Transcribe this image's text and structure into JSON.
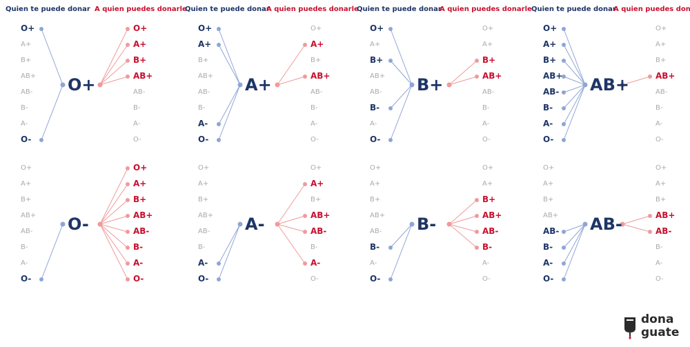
{
  "headers": {
    "donor": "Quien te puede donar",
    "recipient": "A quien puedes donarle"
  },
  "types": [
    "O+",
    "A+",
    "B+",
    "AB+",
    "AB-",
    "B-",
    "A-",
    "O-"
  ],
  "panels": [
    {
      "id": "o-pos",
      "center": "O+",
      "donors": [
        "O+",
        "O-"
      ],
      "recipients": [
        "O+",
        "A+",
        "B+",
        "AB+"
      ]
    },
    {
      "id": "a-pos",
      "center": "A+",
      "donors": [
        "O+",
        "A+",
        "A-",
        "O-"
      ],
      "recipients": [
        "A+",
        "AB+"
      ]
    },
    {
      "id": "b-pos",
      "center": "B+",
      "donors": [
        "O+",
        "B+",
        "B-",
        "O-"
      ],
      "recipients": [
        "B+",
        "AB+"
      ]
    },
    {
      "id": "ab-pos",
      "center": "AB+",
      "donors": [
        "O+",
        "A+",
        "B+",
        "AB+",
        "AB-",
        "B-",
        "A-",
        "O-"
      ],
      "recipients": [
        "AB+"
      ]
    },
    {
      "id": "o-neg",
      "center": "O-",
      "donors": [
        "O-"
      ],
      "recipients": [
        "O+",
        "A+",
        "B+",
        "AB+",
        "AB-",
        "B-",
        "A-",
        "O-"
      ]
    },
    {
      "id": "a-neg",
      "center": "A-",
      "donors": [
        "A-",
        "O-"
      ],
      "recipients": [
        "A+",
        "AB+",
        "AB-",
        "A-"
      ]
    },
    {
      "id": "b-neg",
      "center": "B-",
      "donors": [
        "B-",
        "O-"
      ],
      "recipients": [
        "B+",
        "AB+",
        "AB-",
        "B-"
      ]
    },
    {
      "id": "ab-neg",
      "center": "AB-",
      "donors": [
        "AB-",
        "B-",
        "A-",
        "O-"
      ],
      "recipients": [
        "AB+",
        "AB-"
      ]
    }
  ],
  "colors": {
    "donor_text": "#1e3566",
    "recipient_text": "#c8102e",
    "inactive_text": "#aaaaaa",
    "donor_line": "#8fa5d6",
    "recipient_line": "#f09a9a"
  },
  "brand": {
    "line1": "dona",
    "line2": "guate"
  }
}
